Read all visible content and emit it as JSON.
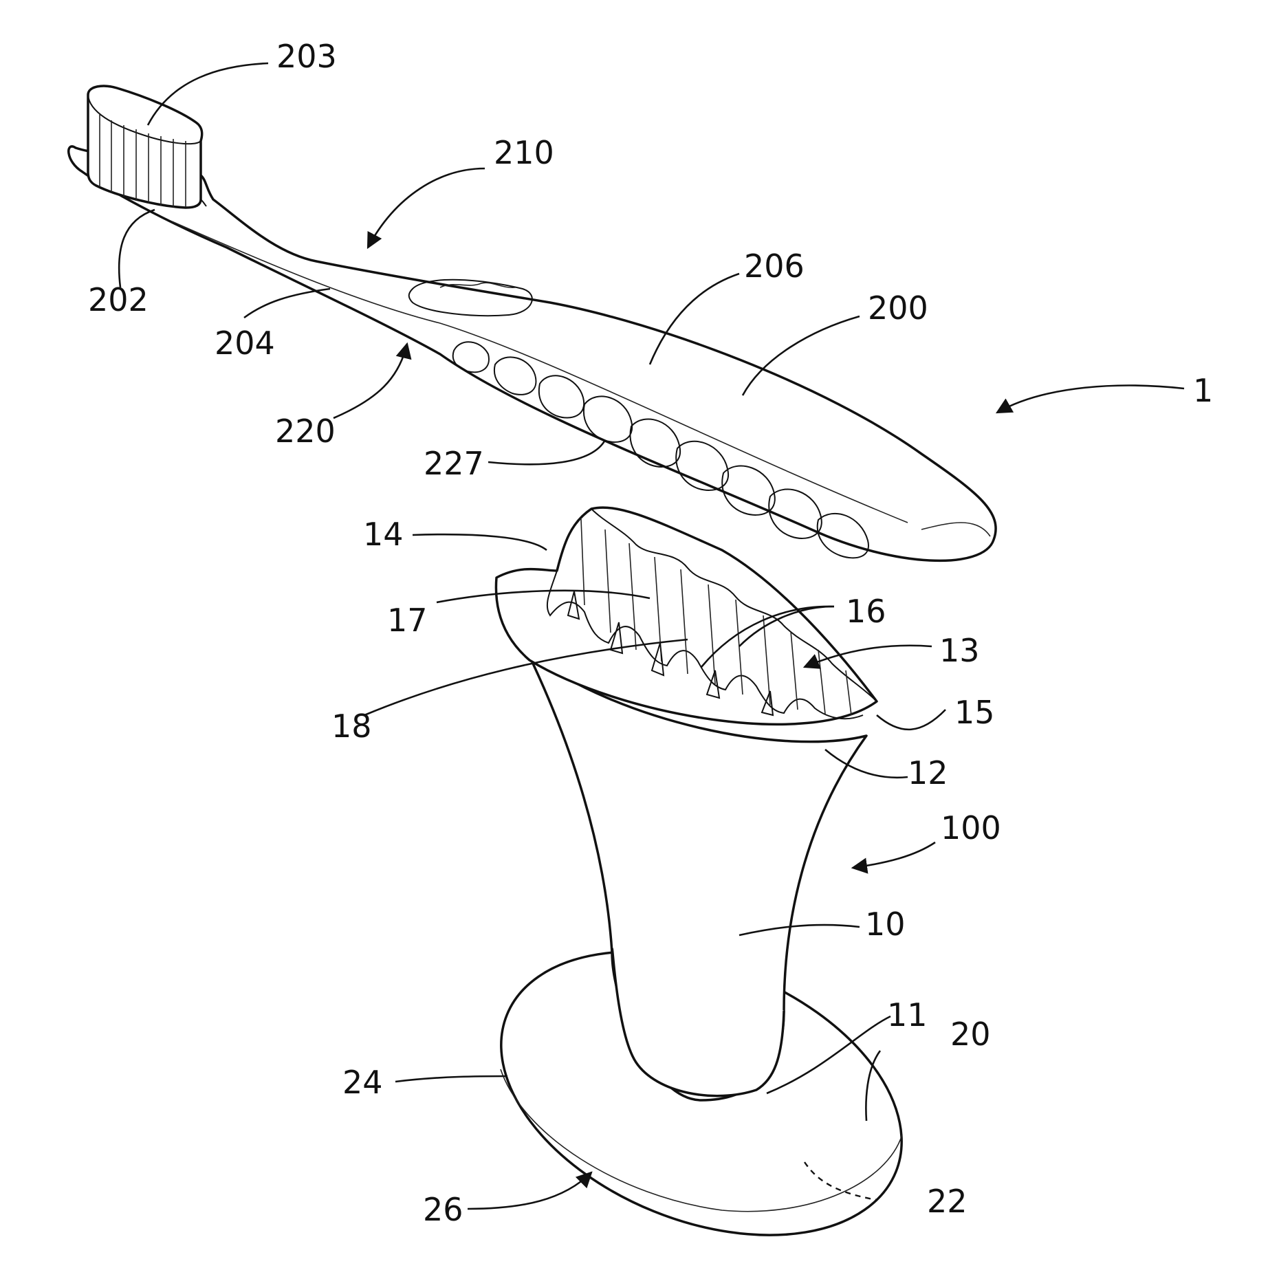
{
  "figure": {
    "line_color": "#111111",
    "background": "#ffffff",
    "parts": {
      "toothbrush": "toothbrush",
      "holder": "holder"
    },
    "labels": {
      "l203": "203",
      "l210": "210",
      "l202": "202",
      "l204": "204",
      "l206": "206",
      "l200": "200",
      "l1": "1",
      "l220": "220",
      "l227": "227",
      "l14": "14",
      "l17": "17",
      "l16": "16",
      "l13": "13",
      "l18": "18",
      "l15": "15",
      "l12": "12",
      "l100": "100",
      "l10": "10",
      "l11": "11",
      "l20": "20",
      "l24": "24",
      "l26": "26",
      "l22": "22"
    }
  }
}
